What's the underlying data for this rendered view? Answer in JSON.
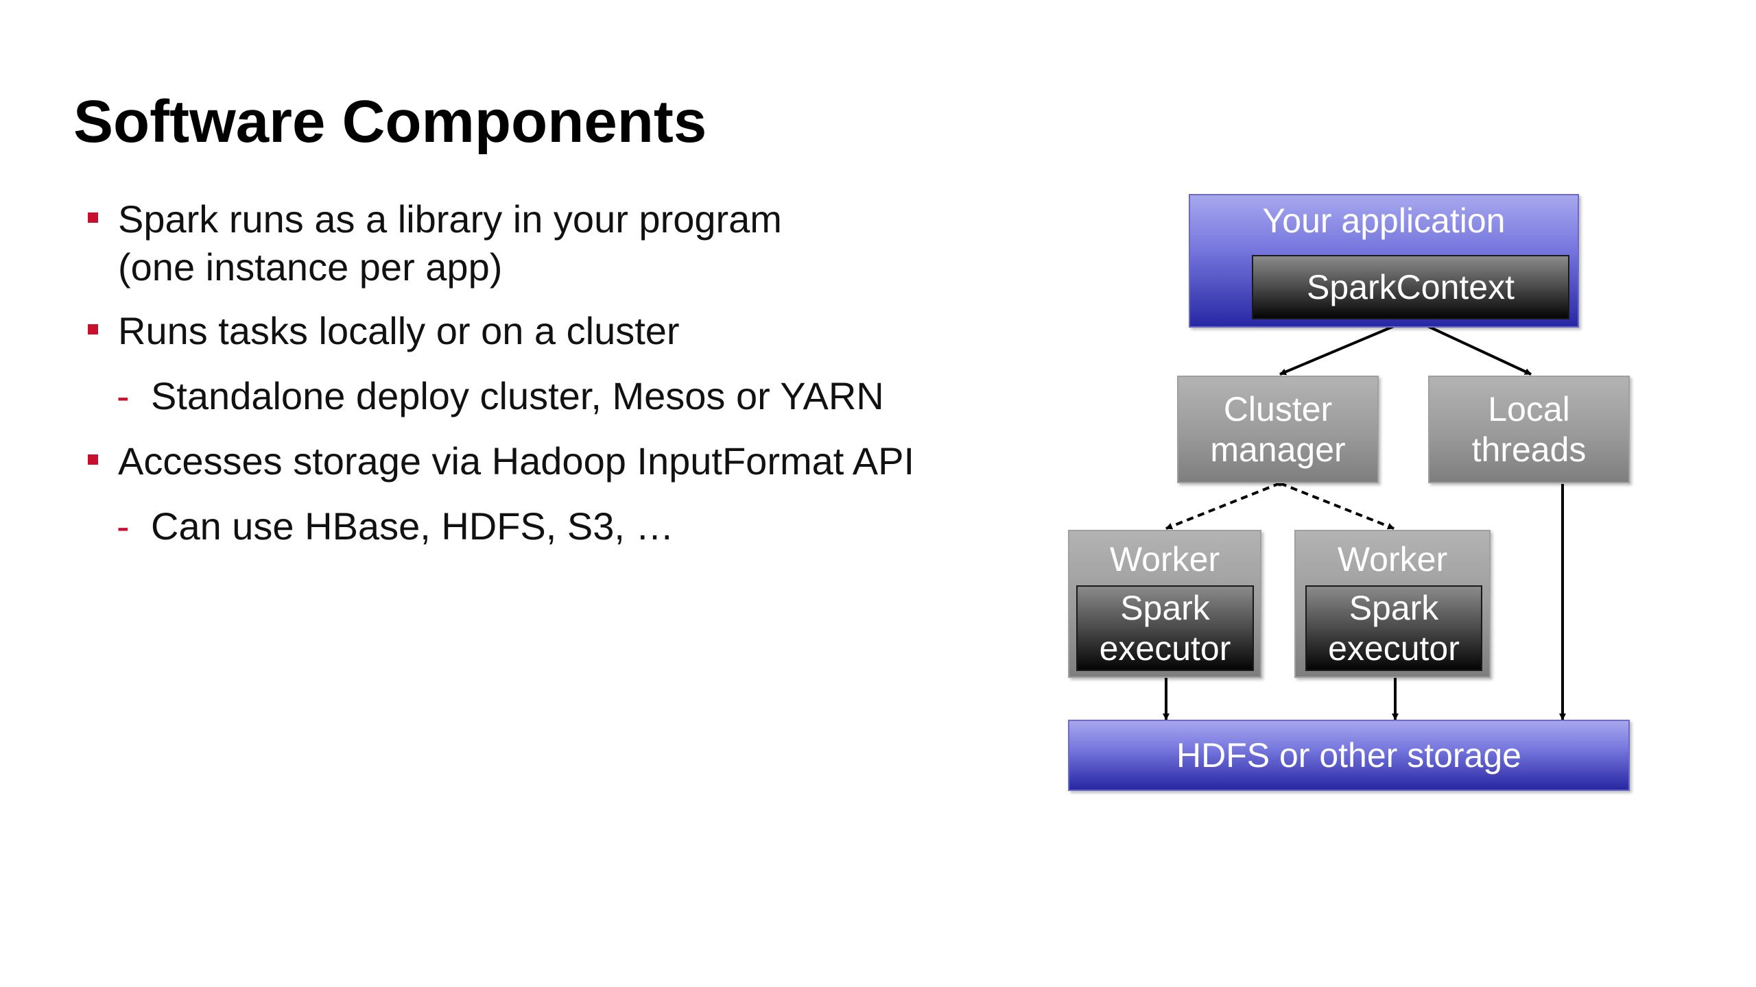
{
  "slide": {
    "title": "Software Components",
    "bullets": [
      {
        "level": 1,
        "lines": [
          "Spark runs as a library in your program",
          "(one instance per app)"
        ]
      },
      {
        "level": 1,
        "lines": [
          "Runs tasks locally or on a cluster"
        ]
      },
      {
        "level": 2,
        "lines": [
          "Standalone deploy cluster, Mesos or YARN"
        ]
      },
      {
        "level": 1,
        "lines": [
          "Accesses storage via Hadoop InputFormat API"
        ]
      },
      {
        "level": 2,
        "lines": [
          "Can use HBase, HDFS, S3, …"
        ]
      }
    ],
    "dash_marker": "-"
  },
  "diagram": {
    "your_application": "Your application",
    "spark_context": "SparkContext",
    "cluster_manager": [
      "Cluster",
      "manager"
    ],
    "local_threads": [
      "Local",
      "threads"
    ],
    "worker_1": {
      "label": "Worker",
      "executor": [
        "Spark",
        "executor"
      ]
    },
    "worker_2": {
      "label": "Worker",
      "executor": [
        "Spark",
        "executor"
      ]
    },
    "storage": "HDFS or other storage"
  },
  "colors": {
    "accent": "#c8102e",
    "blue_box": "#4a4ac4",
    "gray_box": "#9a9a9a",
    "dark_box": "#2a2a2a"
  }
}
